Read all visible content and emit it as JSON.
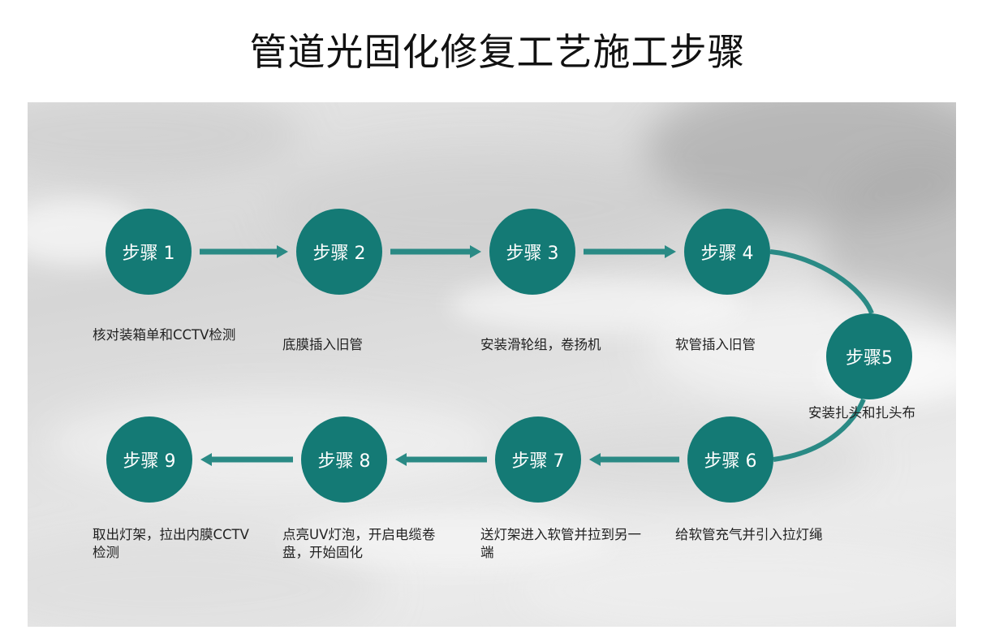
{
  "title": "管道光固化修复工艺施工步骤",
  "steps": [
    {
      "label": "步骤 1",
      "desc": "核对装箱单和CCTV检测"
    },
    {
      "label": "步骤 2",
      "desc": "底膜插入旧管"
    },
    {
      "label": "步骤 3",
      "desc": "安装滑轮组，卷扬机"
    },
    {
      "label": "步骤 4",
      "desc": "软管插入旧管"
    },
    {
      "label": "步骤5",
      "desc": "安装扎头和扎头布"
    },
    {
      "label": "步骤 6",
      "desc": "给软管充气并引入拉灯绳"
    },
    {
      "label": "步骤 7",
      "desc": "送灯架进入软管并拉到另一端"
    },
    {
      "label": "步骤 8",
      "desc": "点亮UV灯泡，开启电缆卷盘，开始固化"
    },
    {
      "label": "步骤 9",
      "desc": "取出灯架，拉出内膜CCTV检测"
    }
  ],
  "colors": {
    "circle": "#147a75",
    "arrow": "#2a8a85",
    "text": "#222222",
    "title": "#111111"
  }
}
